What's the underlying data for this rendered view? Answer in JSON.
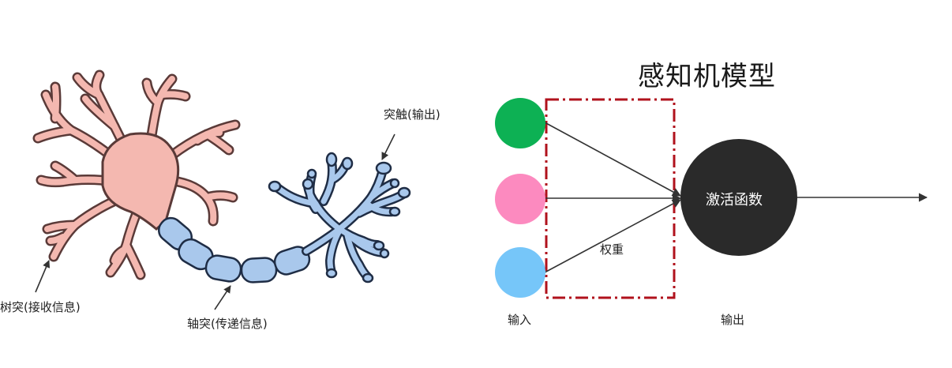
{
  "neuron": {
    "dendrite_label": "树突(接收信息)",
    "axon_label": "轴突(传递信息)",
    "synapse_label": "突触(输出)"
  },
  "perceptron": {
    "title": "感知机模型",
    "weights_label": "权重",
    "activation_label": "激活函数",
    "input_label": "输入",
    "output_label": "输出"
  },
  "colors": {
    "soma_fill": "#f4b8b0",
    "soma_stroke": "#5a3a38",
    "axon_fill": "#a9c8ec",
    "axon_stroke": "#1f2d45",
    "input_1": "#0db154",
    "input_2": "#fc8abf",
    "input_3": "#76c6f9",
    "weight_box": "#b0121c",
    "activation": "#2a2a2a",
    "arrows": "#333333"
  }
}
